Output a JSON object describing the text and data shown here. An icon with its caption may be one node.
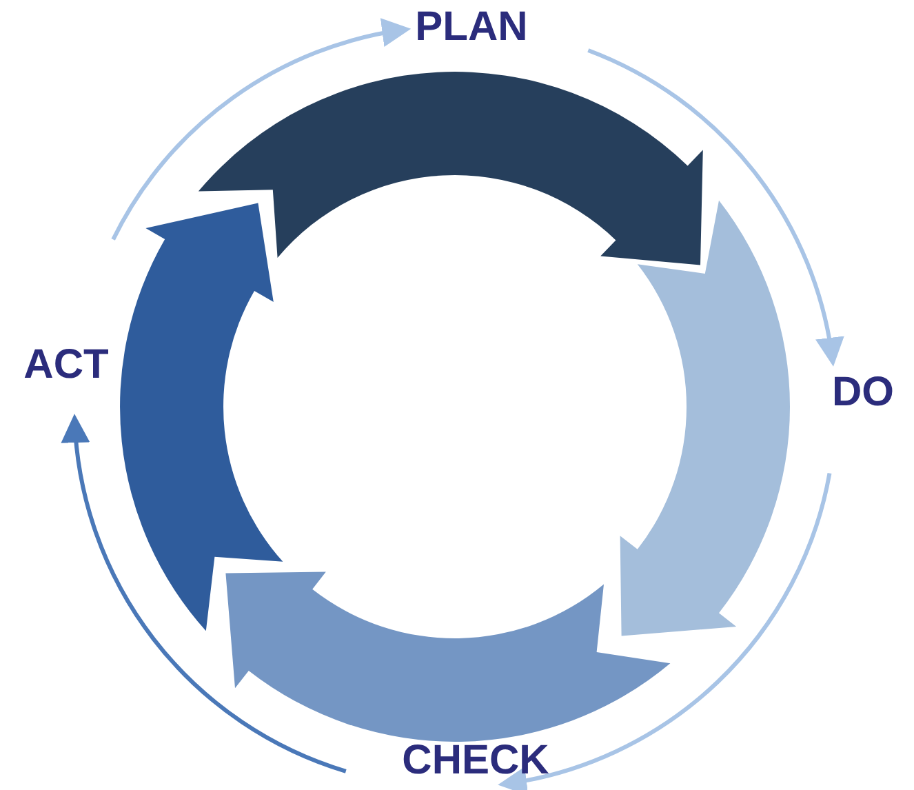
{
  "diagram": {
    "nodes": [
      {
        "text": [
          "PLAN"
        ]
      },
      {
        "text": [
          "DO"
        ]
      },
      {
        "text": [
          "CHECK"
        ]
      },
      {
        "text": [
          "ACT"
        ]
      }
    ],
    "edges": [
      {
        "from": 0,
        "to": 1,
        "arrow": "to"
      },
      {
        "from": 1,
        "to": 2,
        "arrow": "to"
      },
      {
        "from": 2,
        "to": 3,
        "arrow": "to",
        "color": "#4a78b8"
      },
      {
        "from": 3,
        "to": 0,
        "arrow": "to"
      }
    ]
  }
}
